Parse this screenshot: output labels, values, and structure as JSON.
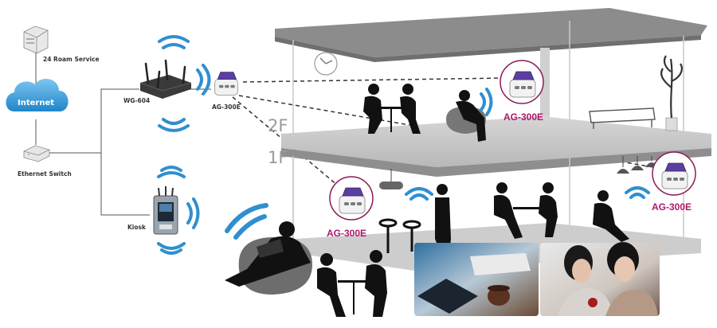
{
  "devices": {
    "roam_service": "24 Roam Service",
    "internet": "Internet",
    "ethernet_switch": "Ethernet Switch",
    "access_point": "WG-604",
    "kiosk": "Kiosk",
    "printer_main": "AG-300E",
    "printer_2f": "AG-300E",
    "printer_1f": "AG-300E",
    "printer_right": "AG-300E"
  },
  "floors": {
    "second": "2F",
    "first": "1F"
  },
  "colors": {
    "wifi": "#2f8fd0",
    "cloud": "#3aa2de",
    "printer_label": "#b0176a",
    "floor_slab": "#bfbfbf",
    "silhouette": "#111111"
  }
}
